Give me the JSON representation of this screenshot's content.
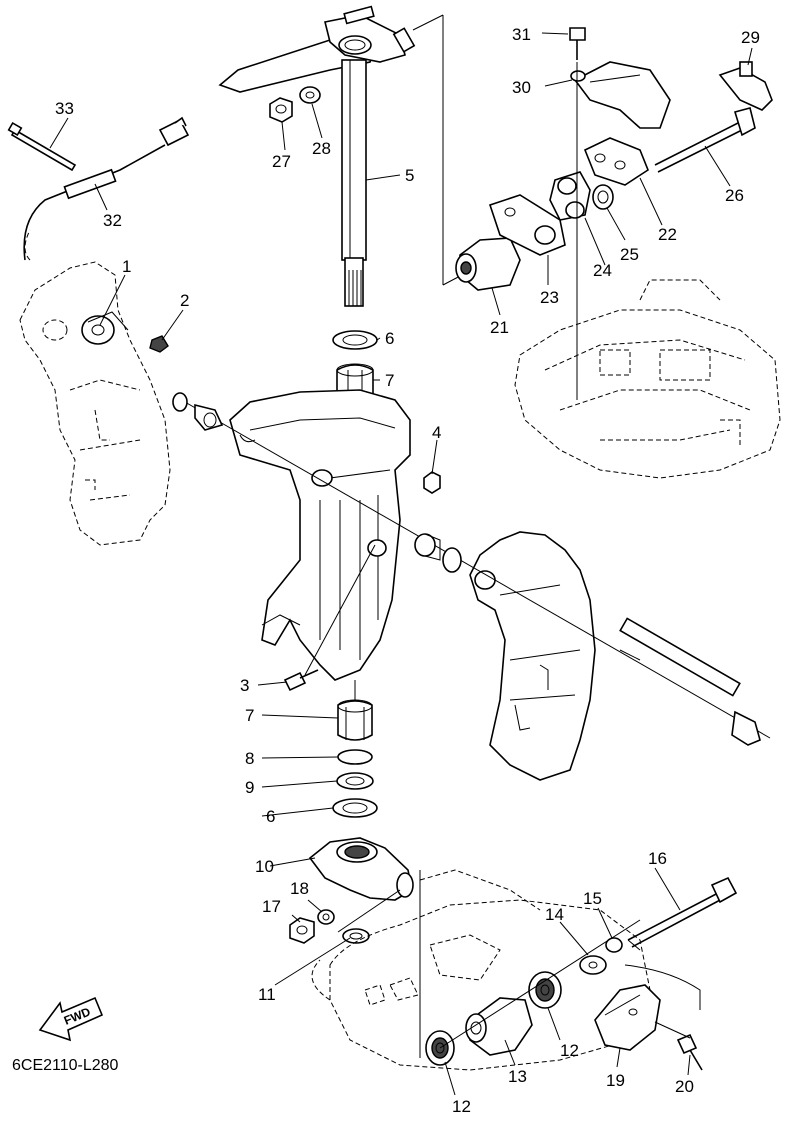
{
  "diagram": {
    "code": "6CE2110-L280",
    "fwd_label": "FWD",
    "callouts": [
      {
        "id": "1",
        "text": "1"
      },
      {
        "id": "2",
        "text": "2"
      },
      {
        "id": "3",
        "text": "3"
      },
      {
        "id": "4",
        "text": "4"
      },
      {
        "id": "5",
        "text": "5"
      },
      {
        "id": "6a",
        "text": "6"
      },
      {
        "id": "6b",
        "text": "6"
      },
      {
        "id": "7a",
        "text": "7"
      },
      {
        "id": "7b",
        "text": "7"
      },
      {
        "id": "8",
        "text": "8"
      },
      {
        "id": "9",
        "text": "9"
      },
      {
        "id": "10",
        "text": "10"
      },
      {
        "id": "11",
        "text": "11"
      },
      {
        "id": "12a",
        "text": "12"
      },
      {
        "id": "12b",
        "text": "12"
      },
      {
        "id": "13",
        "text": "13"
      },
      {
        "id": "14",
        "text": "14"
      },
      {
        "id": "15",
        "text": "15"
      },
      {
        "id": "16",
        "text": "16"
      },
      {
        "id": "17",
        "text": "17"
      },
      {
        "id": "18",
        "text": "18"
      },
      {
        "id": "19",
        "text": "19"
      },
      {
        "id": "20",
        "text": "20"
      },
      {
        "id": "21",
        "text": "21"
      },
      {
        "id": "22",
        "text": "22"
      },
      {
        "id": "23",
        "text": "23"
      },
      {
        "id": "24",
        "text": "24"
      },
      {
        "id": "25",
        "text": "25"
      },
      {
        "id": "26",
        "text": "26"
      },
      {
        "id": "27",
        "text": "27"
      },
      {
        "id": "28",
        "text": "28"
      },
      {
        "id": "29",
        "text": "29"
      },
      {
        "id": "30",
        "text": "30"
      },
      {
        "id": "31",
        "text": "31"
      },
      {
        "id": "32",
        "text": "32"
      },
      {
        "id": "33",
        "text": "33"
      }
    ]
  }
}
